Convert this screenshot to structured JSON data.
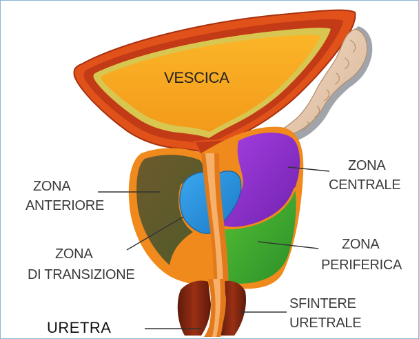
{
  "labels": {
    "bladder": "VESCICA",
    "central_zone": [
      "ZONA",
      "CENTRALE"
    ],
    "anterior_zone": [
      "ZONA",
      "ANTERIORE"
    ],
    "peripheral_zone": [
      "ZONA",
      "PERIFERICA"
    ],
    "transition_zone": [
      "ZONA",
      "DI TRANSIZIONE"
    ],
    "sphincter": [
      "SFINTERE",
      "URETRALE"
    ],
    "urethra": "URETRA"
  },
  "colors": {
    "bladder_outer": "#e0521a",
    "bladder_wall": "#c23a16",
    "bladder_lumen": "#f8a21e",
    "bladder_stripe": "#d8c650",
    "capsule": "#f08a1c",
    "anterior_zone": "#6e5a2a",
    "central_zone": "#8a2bc9",
    "peripheral_zone": "#3fae2a",
    "transition_zone": "#2d8fd8",
    "urethra": "#f2a35a",
    "sphincter": "#8a2a12",
    "seminal_vesicle": "#e9cdb2",
    "ejaculatory_duct": "#ecd3bd",
    "text": "#3a3a3a"
  }
}
